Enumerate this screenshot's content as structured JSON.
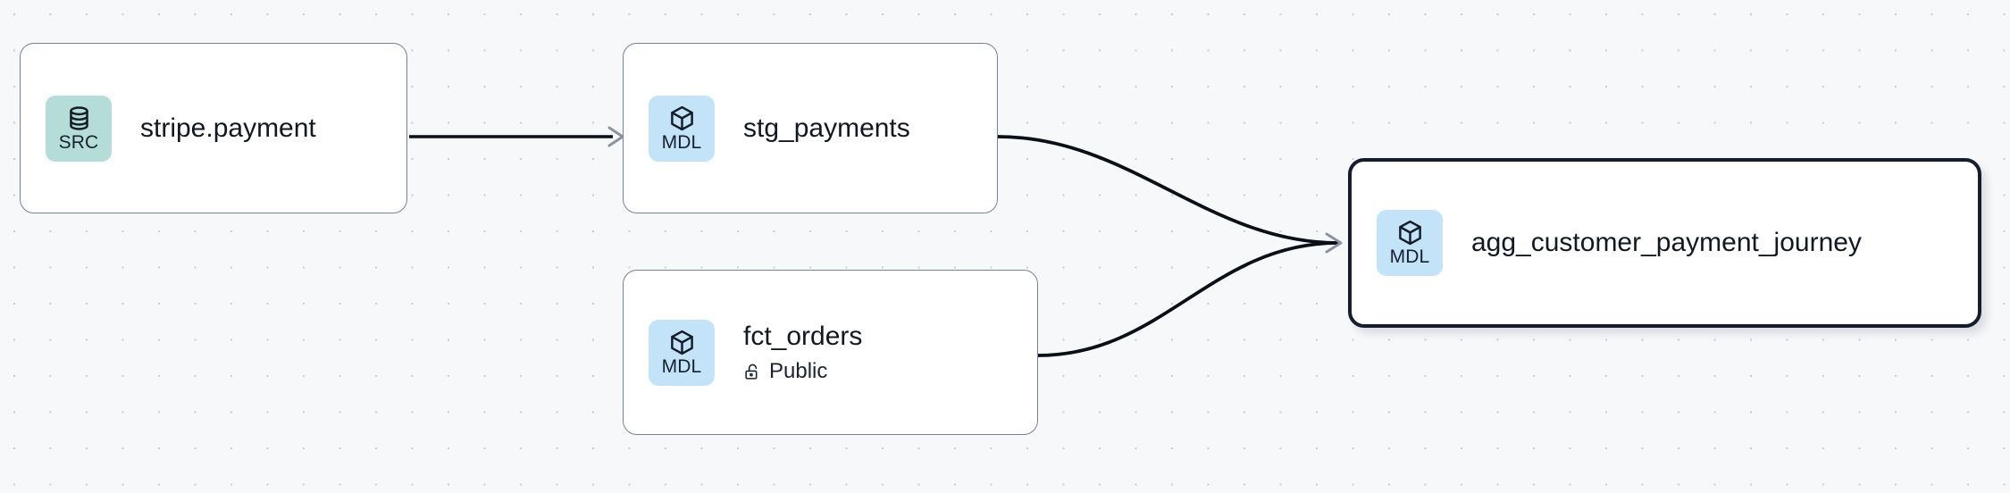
{
  "graph": {
    "background_color": "#f7f8fa",
    "grid_dot_color": "#c9ccd4",
    "edge_color": "#0b0f17",
    "arrow_color": "#8b93a3",
    "nodes": [
      {
        "id": "stripe_payment",
        "title": "stripe.payment",
        "badge_label": "SRC",
        "badge_icon": "database-icon",
        "badge_color": "#b5ddd8",
        "subtitle": null,
        "subtitle_icon": null,
        "selected": false
      },
      {
        "id": "stg_payments",
        "title": "stg_payments",
        "badge_label": "MDL",
        "badge_icon": "cube-icon",
        "badge_color": "#c2e3f8",
        "subtitle": null,
        "subtitle_icon": null,
        "selected": false
      },
      {
        "id": "fct_orders",
        "title": "fct_orders",
        "badge_label": "MDL",
        "badge_icon": "cube-icon",
        "badge_color": "#c2e3f8",
        "subtitle": "Public",
        "subtitle_icon": "unlock-icon",
        "selected": false
      },
      {
        "id": "agg_customer_payment_journey",
        "title": "agg_customer_payment_journey",
        "badge_label": "MDL",
        "badge_icon": "cube-icon",
        "badge_color": "#c2e3f8",
        "subtitle": null,
        "subtitle_icon": null,
        "selected": true
      }
    ],
    "edges": [
      {
        "id": "e1",
        "from": "stripe_payment",
        "to": "stg_payments",
        "style": "straight"
      },
      {
        "id": "e2",
        "from": "stg_payments",
        "to": "agg_customer_payment_journey",
        "style": "bezier"
      },
      {
        "id": "e3",
        "from": "fct_orders",
        "to": "agg_customer_payment_journey",
        "style": "bezier"
      }
    ]
  }
}
